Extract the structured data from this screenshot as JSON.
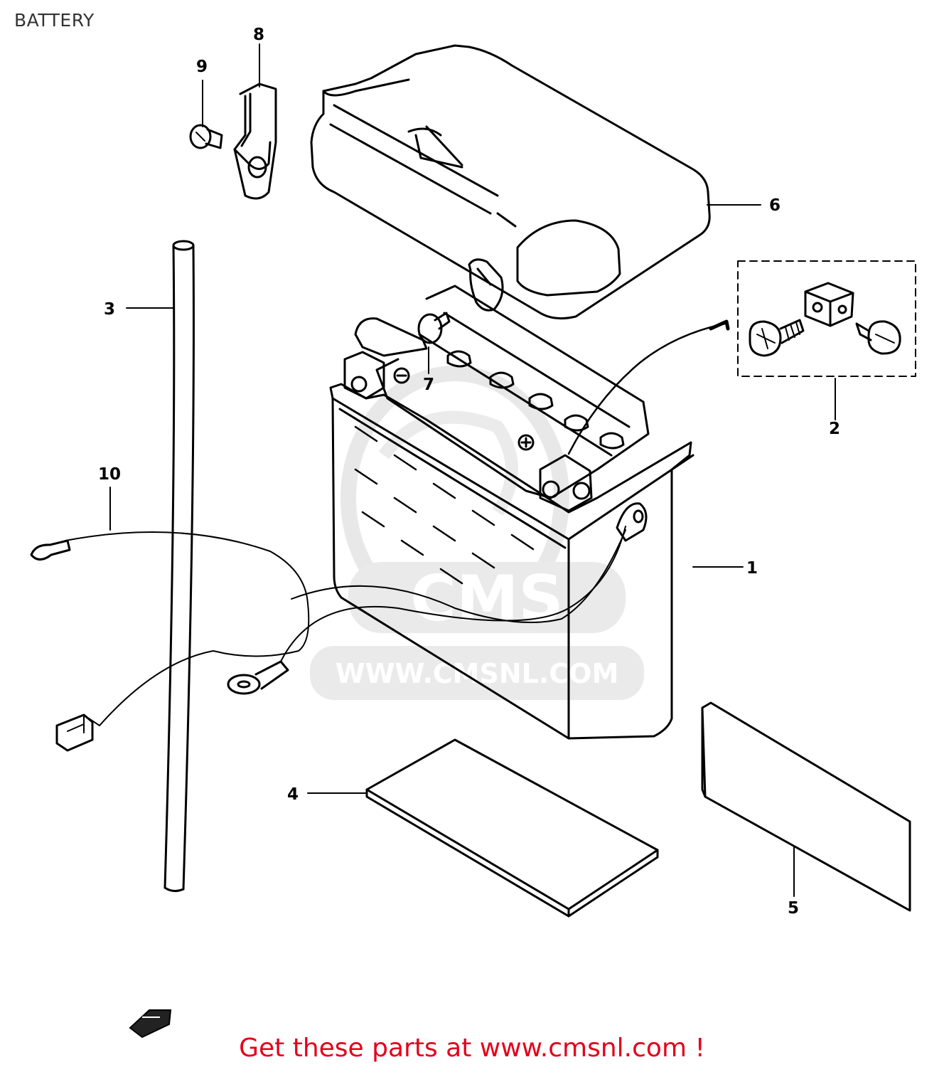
{
  "page": {
    "title": "BATTERY",
    "promo_text": "Get these parts at www.cmsnl.com !",
    "promo_color": "#e3001b"
  },
  "watermark": {
    "logo_text": "CMS",
    "url_text": "WWW.CMSNL.COM"
  },
  "callouts": [
    {
      "id": "1",
      "label": "1"
    },
    {
      "id": "2",
      "label": "2"
    },
    {
      "id": "3",
      "label": "3"
    },
    {
      "id": "4",
      "label": "4"
    },
    {
      "id": "5",
      "label": "5"
    },
    {
      "id": "6",
      "label": "6"
    },
    {
      "id": "7",
      "label": "7"
    },
    {
      "id": "8",
      "label": "8"
    },
    {
      "id": "9",
      "label": "9"
    },
    {
      "id": "10",
      "label": "10"
    }
  ]
}
